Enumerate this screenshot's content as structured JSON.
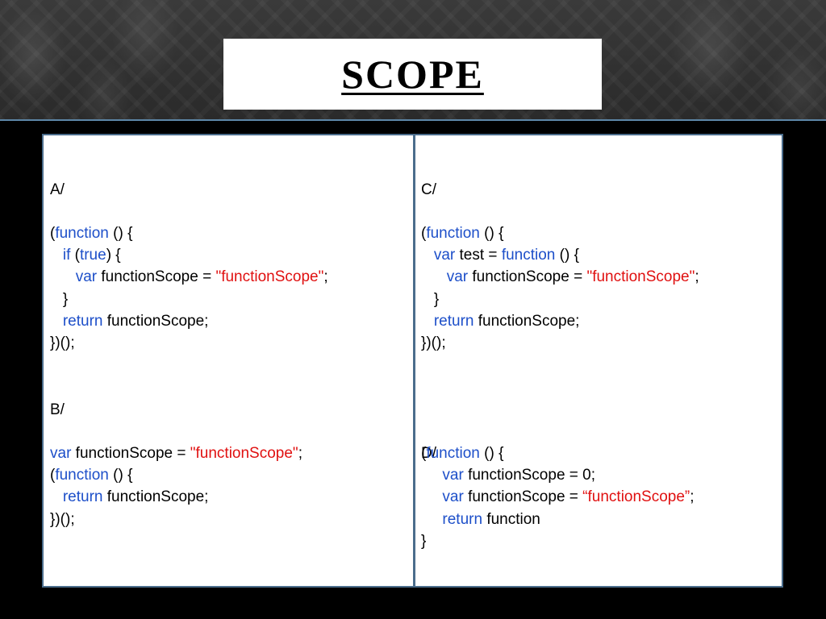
{
  "title": "SCOPE",
  "blocks": {
    "a": {
      "label": "A/",
      "lines": [
        [
          {
            "t": "(",
            "c": "plain"
          },
          {
            "t": "function",
            "c": "kw"
          },
          {
            "t": " () {",
            "c": "plain"
          }
        ],
        [
          {
            "t": "   ",
            "c": "plain"
          },
          {
            "t": "if",
            "c": "kw"
          },
          {
            "t": " (",
            "c": "plain"
          },
          {
            "t": "true",
            "c": "kw"
          },
          {
            "t": ") {",
            "c": "plain"
          }
        ],
        [
          {
            "t": "      ",
            "c": "plain"
          },
          {
            "t": "var",
            "c": "kw"
          },
          {
            "t": " functionScope = ",
            "c": "plain"
          },
          {
            "t": "\"functionScope\"",
            "c": "str"
          },
          {
            "t": ";",
            "c": "plain"
          }
        ],
        [
          {
            "t": "   }",
            "c": "plain"
          }
        ],
        [
          {
            "t": "   ",
            "c": "plain"
          },
          {
            "t": "return",
            "c": "kw"
          },
          {
            "t": " functionScope;",
            "c": "plain"
          }
        ],
        [
          {
            "t": "})();",
            "c": "plain"
          }
        ]
      ]
    },
    "b": {
      "label": "B/",
      "lines": [
        [
          {
            "t": "var",
            "c": "kw"
          },
          {
            "t": " functionScope = ",
            "c": "plain"
          },
          {
            "t": "\"functionScope\"",
            "c": "str"
          },
          {
            "t": ";",
            "c": "plain"
          }
        ],
        [
          {
            "t": "(",
            "c": "plain"
          },
          {
            "t": "function",
            "c": "kw"
          },
          {
            "t": " () {",
            "c": "plain"
          }
        ],
        [
          {
            "t": "   ",
            "c": "plain"
          },
          {
            "t": "return",
            "c": "kw"
          },
          {
            "t": " functionScope;",
            "c": "plain"
          }
        ],
        [
          {
            "t": "})();",
            "c": "plain"
          }
        ]
      ]
    },
    "c": {
      "label": "C/",
      "lines": [
        [
          {
            "t": "(",
            "c": "plain"
          },
          {
            "t": "function",
            "c": "kw"
          },
          {
            "t": " () {",
            "c": "plain"
          }
        ],
        [
          {
            "t": "   ",
            "c": "plain"
          },
          {
            "t": "var",
            "c": "kw"
          },
          {
            "t": " test = ",
            "c": "plain"
          },
          {
            "t": "function",
            "c": "kw"
          },
          {
            "t": " () {",
            "c": "plain"
          }
        ],
        [
          {
            "t": "      ",
            "c": "plain"
          },
          {
            "t": "var",
            "c": "kw"
          },
          {
            "t": " functionScope = ",
            "c": "plain"
          },
          {
            "t": "\"functionScope\"",
            "c": "str"
          },
          {
            "t": ";",
            "c": "plain"
          }
        ],
        [
          {
            "t": "   }",
            "c": "plain"
          }
        ],
        [
          {
            "t": "   ",
            "c": "plain"
          },
          {
            "t": "return",
            "c": "kw"
          },
          {
            "t": " functionScope;",
            "c": "plain"
          }
        ],
        [
          {
            "t": "})();",
            "c": "plain"
          }
        ]
      ]
    },
    "d": {
      "label": "D/",
      "lines": [
        [
          {
            "t": "(",
            "c": "plain"
          },
          {
            "t": "function",
            "c": "kw"
          },
          {
            "t": " () {",
            "c": "plain"
          }
        ],
        [
          {
            "t": "     ",
            "c": "plain"
          },
          {
            "t": "var",
            "c": "kw"
          },
          {
            "t": " functionScope = 0;",
            "c": "plain"
          }
        ],
        [
          {
            "t": "     ",
            "c": "plain"
          },
          {
            "t": "var",
            "c": "kw"
          },
          {
            "t": " functionScope = ",
            "c": "plain"
          },
          {
            "t": "“functionScope”",
            "c": "str"
          },
          {
            "t": ";",
            "c": "plain"
          }
        ],
        [
          {
            "t": "     ",
            "c": "plain"
          },
          {
            "t": "return",
            "c": "kw"
          },
          {
            "t": " function",
            "c": "plain"
          }
        ],
        [
          {
            "t": "}",
            "c": "plain"
          }
        ]
      ]
    }
  },
  "colors": {
    "keyword": "#1d4fc9",
    "string": "#e01010",
    "border": "#4b6d8c",
    "accent_line": "#5d87a8"
  }
}
